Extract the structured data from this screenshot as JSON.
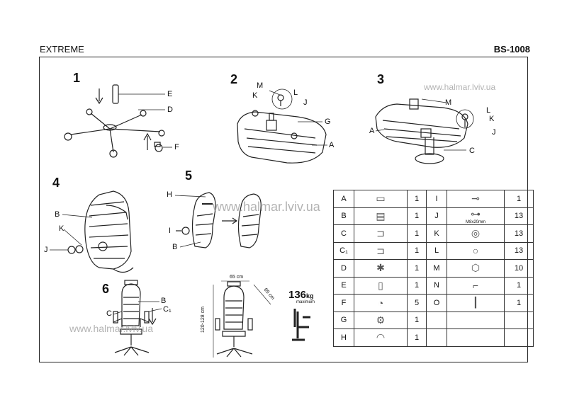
{
  "header": {
    "brand": "EXTREME",
    "model": "BS-1008"
  },
  "watermarks": [
    "www.halmar.lviv.ua",
    "www.halmar.lviv.ua",
    "www.halmar.lviv.ua"
  ],
  "steps": [
    {
      "num": "1",
      "labels": [
        "E",
        "D",
        "F"
      ]
    },
    {
      "num": "2",
      "labels": [
        "M",
        "K",
        "L",
        "J",
        "G",
        "A"
      ]
    },
    {
      "num": "3",
      "labels": [
        "M",
        "L",
        "K",
        "J",
        "A",
        "C"
      ]
    },
    {
      "num": "4",
      "labels": [
        "B",
        "K",
        "J"
      ]
    },
    {
      "num": "5",
      "labels": [
        "H",
        "I",
        "B"
      ]
    },
    {
      "num": "6",
      "labels": [
        "B",
        "C",
        "C₁"
      ]
    }
  ],
  "dimensions": {
    "width": "65 cm",
    "depth": "65 cm",
    "height": "120-128 cm",
    "max_load": "136",
    "max_load_unit": "kg",
    "max_load_note": "maximum"
  },
  "parts_table": [
    {
      "left": {
        "letter": "A",
        "icon": "seat-frame-icon",
        "qty": "1"
      },
      "right": {
        "letter": "I",
        "icon": "knob-bolt-icon",
        "qty": "1",
        "size": ""
      }
    },
    {
      "left": {
        "letter": "B",
        "icon": "backrest-icon",
        "qty": "1"
      },
      "right": {
        "letter": "J",
        "icon": "screw-icon",
        "qty": "13",
        "size": "M8x20mm"
      }
    },
    {
      "left": {
        "letter": "C",
        "icon": "armrest-icon",
        "qty": "1"
      },
      "right": {
        "letter": "K",
        "icon": "washer-icon",
        "qty": "13",
        "size": ""
      }
    },
    {
      "left": {
        "letter": "C₁",
        "icon": "armrest-icon",
        "qty": "1"
      },
      "right": {
        "letter": "L",
        "icon": "spring-washer-icon",
        "qty": "13",
        "size": ""
      }
    },
    {
      "left": {
        "letter": "D",
        "icon": "star-base-icon",
        "qty": "1"
      },
      "right": {
        "letter": "M",
        "icon": "nut-icon",
        "qty": "10",
        "size": ""
      }
    },
    {
      "left": {
        "letter": "E",
        "icon": "gas-lift-icon",
        "qty": "1"
      },
      "right": {
        "letter": "N",
        "icon": "allen-key-icon",
        "qty": "1",
        "size": ""
      }
    },
    {
      "left": {
        "letter": "F",
        "icon": "caster-icon",
        "qty": "5"
      },
      "right": {
        "letter": "O",
        "icon": "bolt-icon",
        "qty": "1",
        "size": ""
      }
    },
    {
      "left": {
        "letter": "G",
        "icon": "mechanism-icon",
        "qty": "1"
      },
      "right": {
        "letter": "",
        "icon": "",
        "qty": "",
        "size": ""
      }
    },
    {
      "left": {
        "letter": "H",
        "icon": "headrest-icon",
        "qty": "1"
      },
      "right": {
        "letter": "",
        "icon": "",
        "qty": "",
        "size": ""
      }
    }
  ]
}
